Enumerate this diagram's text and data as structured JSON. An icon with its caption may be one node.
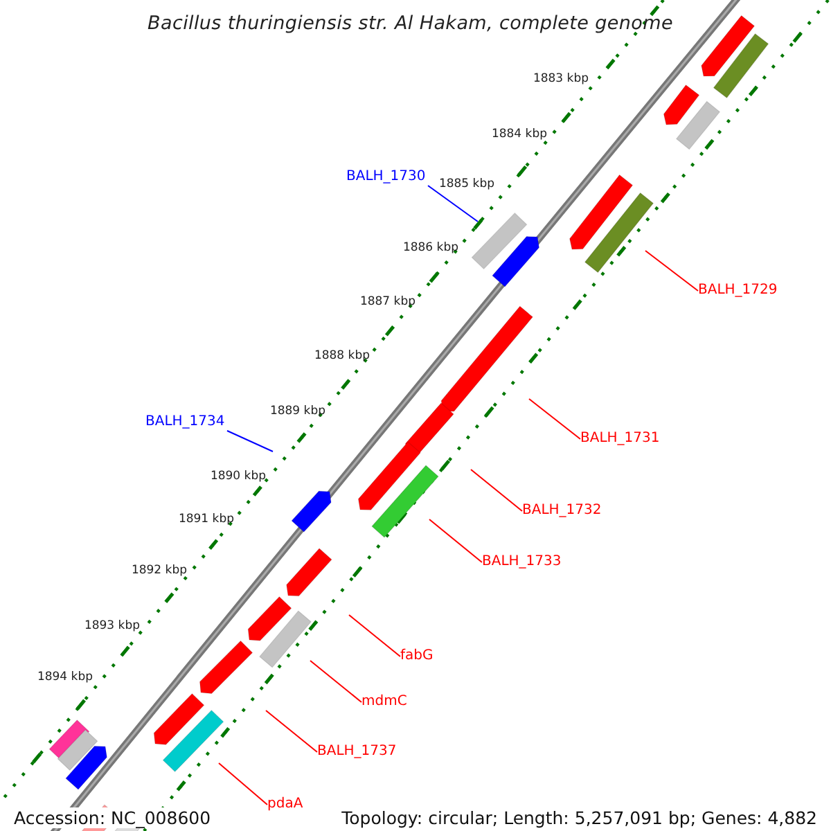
{
  "diagram": {
    "title": "Bacillus thuringiensis str. Al Hakam, complete genome",
    "nodes": [
      {
        "text": [
          "BALH_1730"
        ]
      },
      {
        "text": [
          "BALH_1729"
        ]
      },
      {
        "text": [
          "BALH_1734"
        ]
      },
      {
        "text": [
          "BALH_1731"
        ]
      },
      {
        "text": [
          "BALH_1732"
        ]
      },
      {
        "text": [
          "BALH_1733"
        ]
      },
      {
        "text": [
          "fabG"
        ]
      },
      {
        "text": [
          "mdmC"
        ]
      },
      {
        "text": [
          "BALH_1737"
        ]
      },
      {
        "text": [
          "pdaA"
        ]
      }
    ],
    "edges": [
      {
        "from": 0,
        "to": null,
        "arrow": "none",
        "color": "#0000ff"
      },
      {
        "from": 1,
        "to": null,
        "arrow": "none"
      },
      {
        "from": 2,
        "to": null,
        "arrow": "none",
        "color": "#0000ff"
      },
      {
        "from": 3,
        "to": null,
        "arrow": "none"
      },
      {
        "from": 4,
        "to": null,
        "arrow": "none"
      },
      {
        "from": 5,
        "to": null,
        "arrow": "none"
      },
      {
        "from": 6,
        "to": null,
        "arrow": "none"
      },
      {
        "from": 7,
        "to": null,
        "arrow": "none"
      },
      {
        "from": 8,
        "to": null,
        "arrow": "none"
      },
      {
        "from": 9,
        "to": null,
        "arrow": "none"
      }
    ],
    "labels": [
      "1883 kbp",
      "1884 kbp",
      "1885 kbp",
      "1886 kbp",
      "1887 kbp",
      "1888 kbp",
      "1889 kbp",
      "1890 kbp",
      "1891 kbp",
      "1892 kbp",
      "1893 kbp",
      "1894 kbp",
      "Accession: NC_008600",
      "Topology: circular; Length: 5,257,091 bp; Genes: 4,882"
    ]
  }
}
